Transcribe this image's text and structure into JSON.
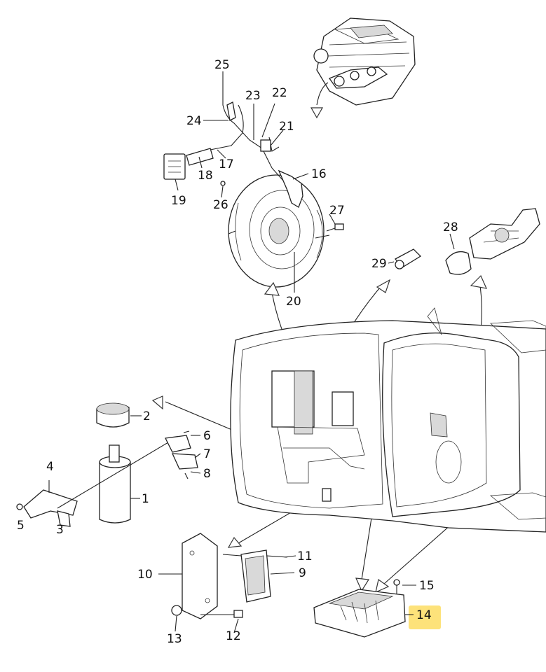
{
  "diagram": {
    "highlight_color": "#fde27a",
    "callouts": [
      {
        "id": "c1",
        "text": "1"
      },
      {
        "id": "c2",
        "text": "2"
      },
      {
        "id": "c3",
        "text": "3"
      },
      {
        "id": "c4",
        "text": "4"
      },
      {
        "id": "c5",
        "text": "5"
      },
      {
        "id": "c6",
        "text": "6"
      },
      {
        "id": "c7",
        "text": "7"
      },
      {
        "id": "c8",
        "text": "8"
      },
      {
        "id": "c9",
        "text": "9"
      },
      {
        "id": "c10",
        "text": "10"
      },
      {
        "id": "c11",
        "text": "11"
      },
      {
        "id": "c12",
        "text": "12"
      },
      {
        "id": "c13",
        "text": "13"
      },
      {
        "id": "c14",
        "text": "14"
      },
      {
        "id": "c15",
        "text": "15"
      },
      {
        "id": "c16",
        "text": "16"
      },
      {
        "id": "c17",
        "text": "17"
      },
      {
        "id": "c18",
        "text": "18"
      },
      {
        "id": "c19",
        "text": "19"
      },
      {
        "id": "c20",
        "text": "20"
      },
      {
        "id": "c21",
        "text": "21"
      },
      {
        "id": "c22",
        "text": "22"
      },
      {
        "id": "c23",
        "text": "23"
      },
      {
        "id": "c24",
        "text": "24"
      },
      {
        "id": "c25",
        "text": "25"
      },
      {
        "id": "c26",
        "text": "26"
      },
      {
        "id": "c27",
        "text": "27"
      },
      {
        "id": "c28",
        "text": "28"
      },
      {
        "id": "c29",
        "text": "29"
      }
    ]
  }
}
